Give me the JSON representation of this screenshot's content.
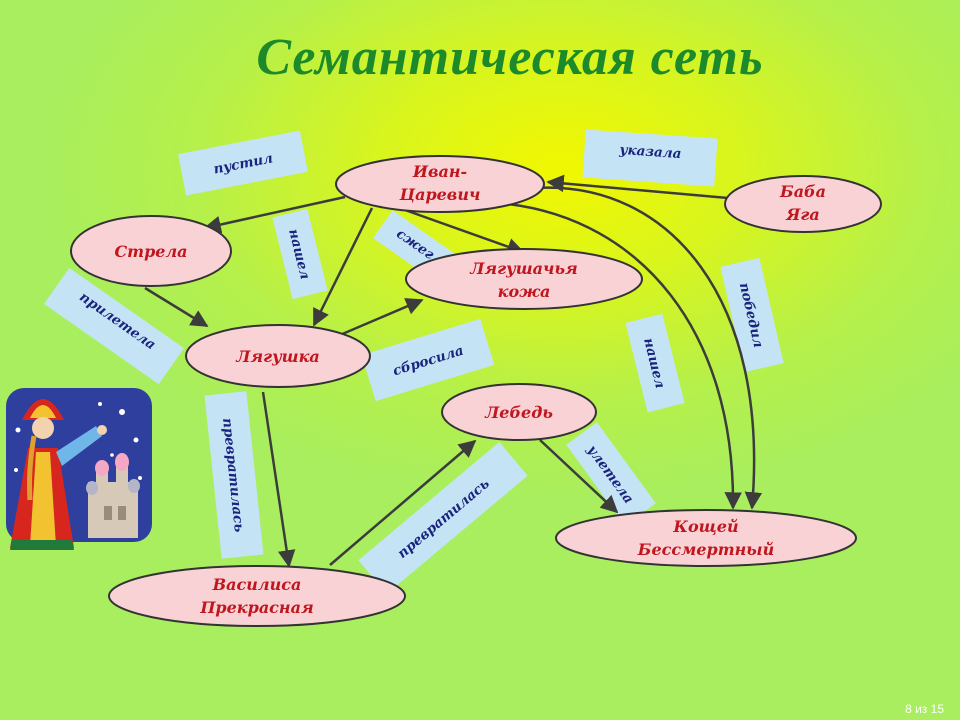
{
  "title": "Семантическая сеть",
  "page_indicator": "8 из 15",
  "colors": {
    "title": "#1c8a2a",
    "node_fill": "#f9d2d6",
    "node_text": "#c0161e",
    "label_fill": "#c4e4f6",
    "label_text": "#1a237e",
    "arrow": "#3c3c3c"
  },
  "nodes": [
    {
      "id": "ivan",
      "lines": [
        "Иван-",
        "Царевич"
      ]
    },
    {
      "id": "baba",
      "lines": [
        "Баба",
        "Яга"
      ]
    },
    {
      "id": "strela",
      "lines": [
        "Стрела"
      ]
    },
    {
      "id": "kozha",
      "lines": [
        "Лягушачья",
        "кожа"
      ]
    },
    {
      "id": "lyagushka",
      "lines": [
        "Лягушка"
      ]
    },
    {
      "id": "lebed",
      "lines": [
        "Лебедь"
      ]
    },
    {
      "id": "koschey",
      "lines": [
        "Кощей",
        "Бессмертный"
      ]
    },
    {
      "id": "vasilisa",
      "lines": [
        "Василиса",
        "Прекрасная"
      ]
    }
  ],
  "relations": [
    {
      "id": "pustil",
      "label": "пустил"
    },
    {
      "id": "ukazala",
      "label": "указала"
    },
    {
      "id": "nashel1",
      "label": "нашел"
    },
    {
      "id": "szheg",
      "label": "сжег"
    },
    {
      "id": "priletela",
      "label": "прилетела"
    },
    {
      "id": "pobedil",
      "label": "победил"
    },
    {
      "id": "nashel2",
      "label": "нашел"
    },
    {
      "id": "sbrosila",
      "label": "сбросила"
    },
    {
      "id": "prevratilas1",
      "label": "превратилась"
    },
    {
      "id": "prevratilas2",
      "label": "превратилась"
    },
    {
      "id": "uletela",
      "label": "улетела"
    }
  ],
  "illustration": {
    "icon": "russian-princess-icon"
  }
}
